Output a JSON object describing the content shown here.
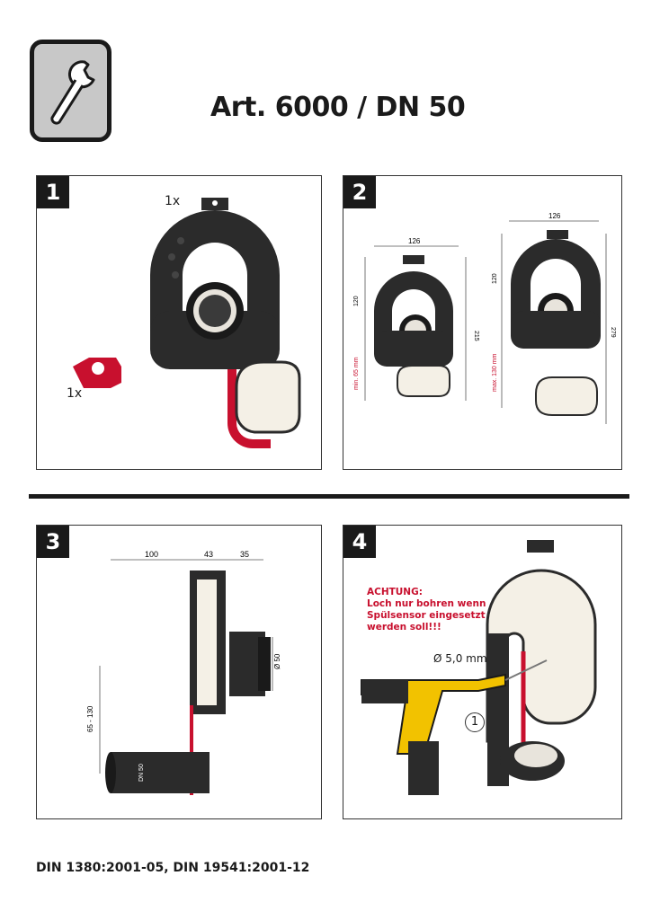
{
  "header": {
    "title": "Art. 6000 / DN 50",
    "icon": "wrench-icon"
  },
  "panels": [
    {
      "step": "1",
      "quantities": [
        "1x",
        "1x"
      ]
    },
    {
      "step": "2",
      "dims_small": {
        "width": "126",
        "top": "120",
        "bottom": "min. 65 mm",
        "total": "215"
      },
      "dims_large": {
        "width": "126",
        "top": "120",
        "bottom": "max. 130 mm",
        "total": "279"
      }
    },
    {
      "step": "3",
      "dims": {
        "a": "100",
        "b": "43",
        "c": "35",
        "d": "Ø 50",
        "e": "65 - 130",
        "pipe": "DN 50"
      }
    },
    {
      "step": "4",
      "warning": [
        "ACHTUNG:",
        "Loch nur bohren wenn",
        "Spülsensor eingesetzt",
        "werden soll!!!"
      ],
      "drill": "Ø 5,0 mm",
      "callout": "1"
    }
  ],
  "footer": {
    "norms": "DIN 1380:2001-05, DIN 19541:2001-12"
  },
  "colors": {
    "accent_red": "#c8102e",
    "dark": "#1a1a1a",
    "body": "#2b2b2b",
    "yellow": "#f2c200"
  }
}
